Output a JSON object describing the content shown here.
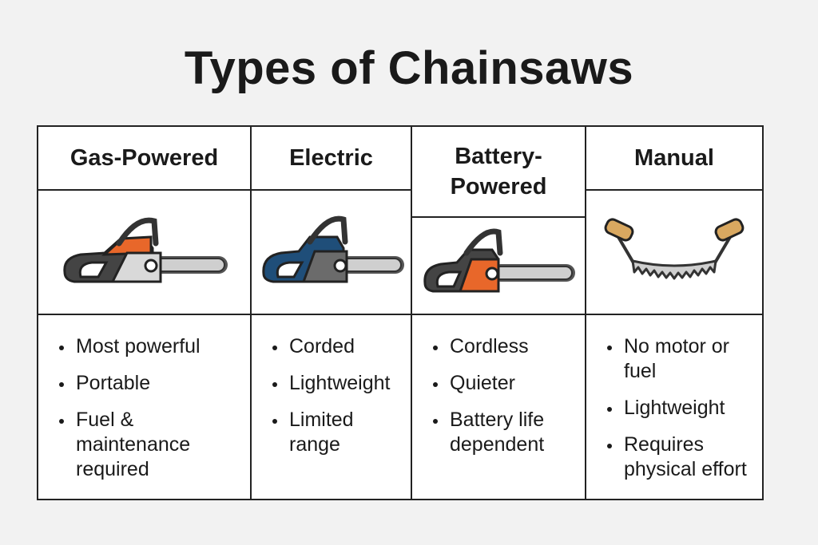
{
  "title": "Types of Chainsaws",
  "columns": [
    {
      "heading": "Gas-Powered",
      "icon": "gas-chainsaw-icon",
      "accent": "#e8672a",
      "bullets": [
        "Most powerful",
        "Portable",
        "Fuel & maintenance required"
      ]
    },
    {
      "heading": "Electric",
      "icon": "electric-chainsaw-icon",
      "accent": "#1f4e79",
      "bullets": [
        "Corded",
        "Lightweight",
        "Limited range"
      ]
    },
    {
      "heading": "Battery-Powered",
      "icon": "battery-chainsaw-icon",
      "accent": "#e8672a",
      "bullets": [
        "Cordless",
        "Quieter",
        "Battery life dependent"
      ]
    },
    {
      "heading": "Manual",
      "icon": "manual-saw-icon",
      "accent": "#d9a860",
      "bullets": [
        "No motor or fuel",
        "Lightweight",
        "Requires physical effort"
      ]
    }
  ]
}
